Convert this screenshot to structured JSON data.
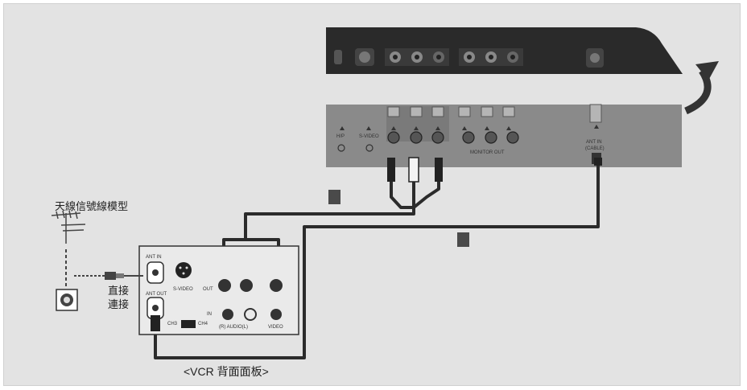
{
  "antenna_label": "天線信號線模型",
  "direct_connect_line1": "直接",
  "direct_connect_line2": "連接",
  "caption": "<VCR 背面面板>",
  "vcr": {
    "ant_in": "ANT IN",
    "ant_out": "ANT OUT",
    "s_video": "S-VIDEO",
    "out": "OUT",
    "in": "IN",
    "ch3": "CH3",
    "ch4": "CH4",
    "audio": "(R) AUDIO(L)",
    "video": "VIDEO"
  },
  "tv": {
    "hp": "H/P",
    "s_video": "S-VIDEO",
    "monitor_out": "MONITOR OUT",
    "ant_in": "ANT IN",
    "cable": "(CABLE)"
  },
  "colors": {
    "background": "#e3e3e3",
    "tv_panel": "#8a8a8a",
    "tv_top": "#2a2a2a",
    "cable": "#2b2b2b",
    "arrow": "#333333"
  }
}
